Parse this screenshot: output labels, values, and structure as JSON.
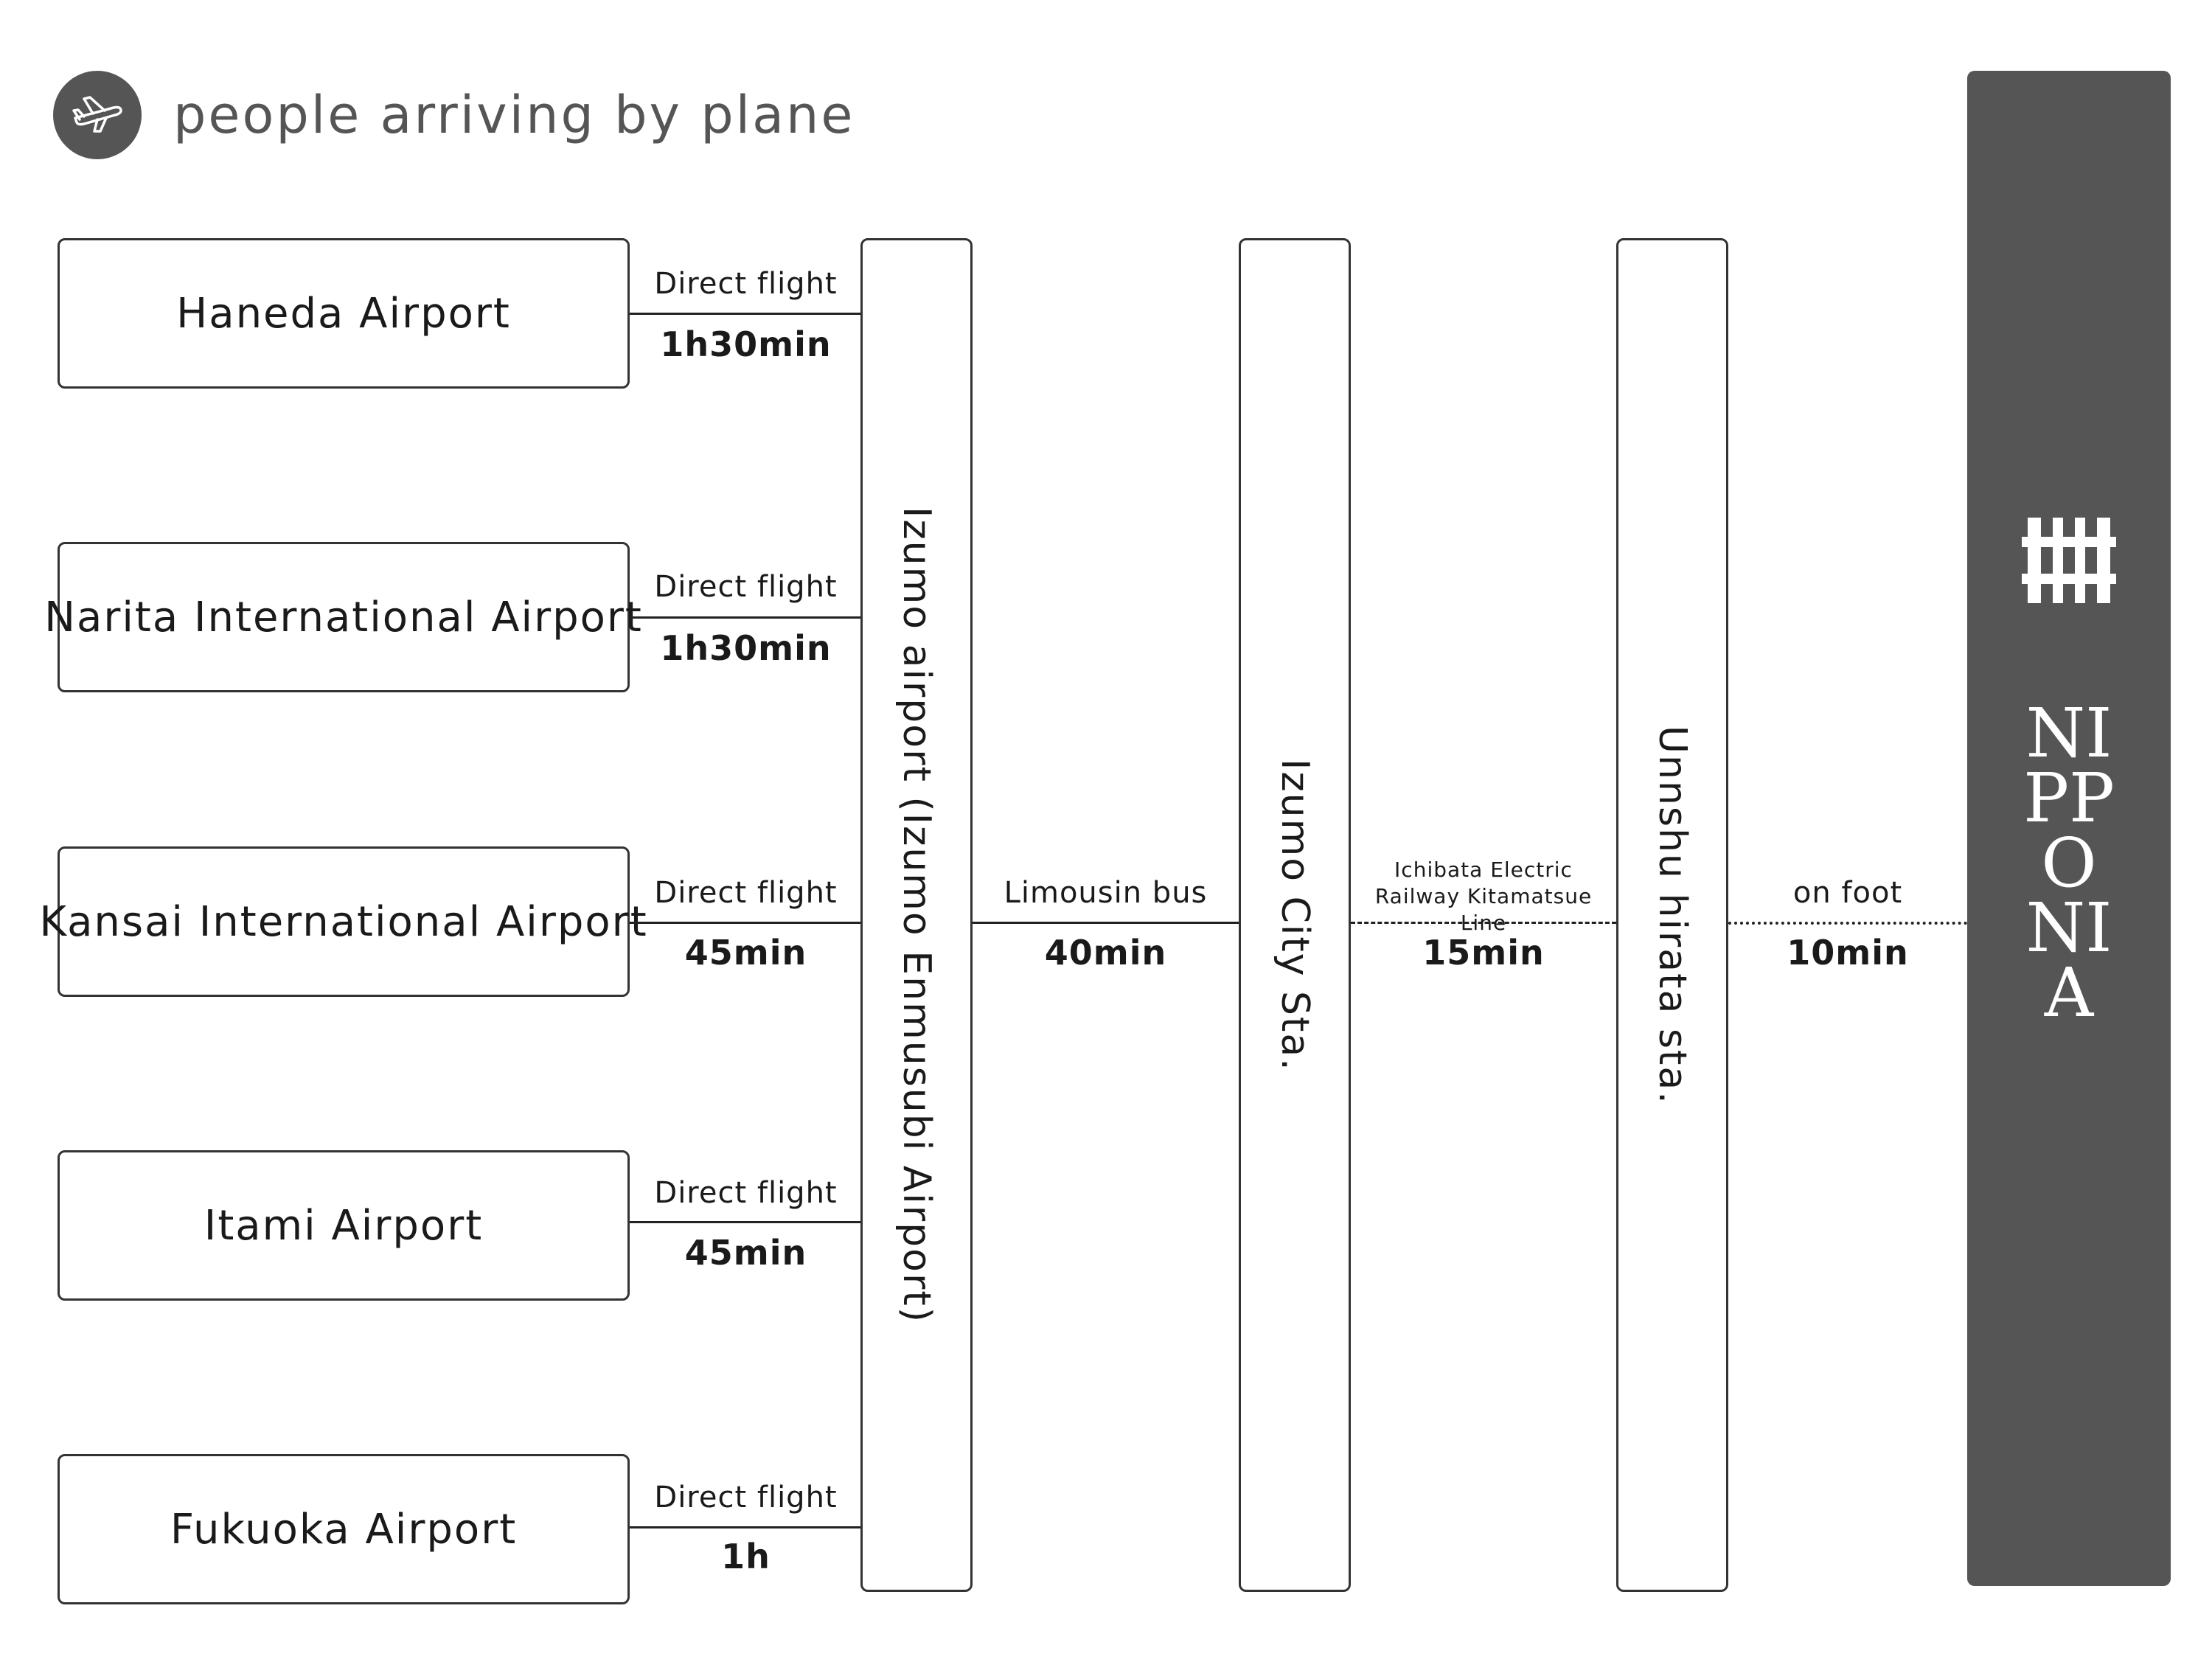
{
  "header": {
    "title": "people arriving by plane",
    "icon": "airplane-icon"
  },
  "airports": [
    {
      "name": "Haneda Airport"
    },
    {
      "name": "Narita International Airport"
    },
    {
      "name": "Kansai International Airport"
    },
    {
      "name": "Itami Airport"
    },
    {
      "name": "Fukuoka Airport"
    }
  ],
  "flights": [
    {
      "label": "Direct flight",
      "duration": "1h30min"
    },
    {
      "label": "Direct flight",
      "duration": "1h30min"
    },
    {
      "label": "Direct flight",
      "duration": "45min"
    },
    {
      "label": "Direct flight",
      "duration": "45min"
    },
    {
      "label": "Direct flight",
      "duration": "1h"
    }
  ],
  "stations": {
    "izumo_airport": "Izumo airport (Izumo Enmusubi Airport)",
    "izumo_city": "Izumo City Sta.",
    "unnshu_hirata": "Unnshu hirata sta."
  },
  "transfers": {
    "bus": {
      "label": "Limousin bus",
      "duration": "40min"
    },
    "railway": {
      "label": "Ichibata Electric Railway Kitamatsue Line",
      "duration": "15min"
    },
    "walk": {
      "label": "on foot",
      "duration": "10min"
    }
  },
  "destination": {
    "name": "NIPPONIA",
    "logo": "nipponia-logo-icon"
  },
  "colors": {
    "dark": "#555555",
    "line": "#222222",
    "background": "#ffffff"
  }
}
